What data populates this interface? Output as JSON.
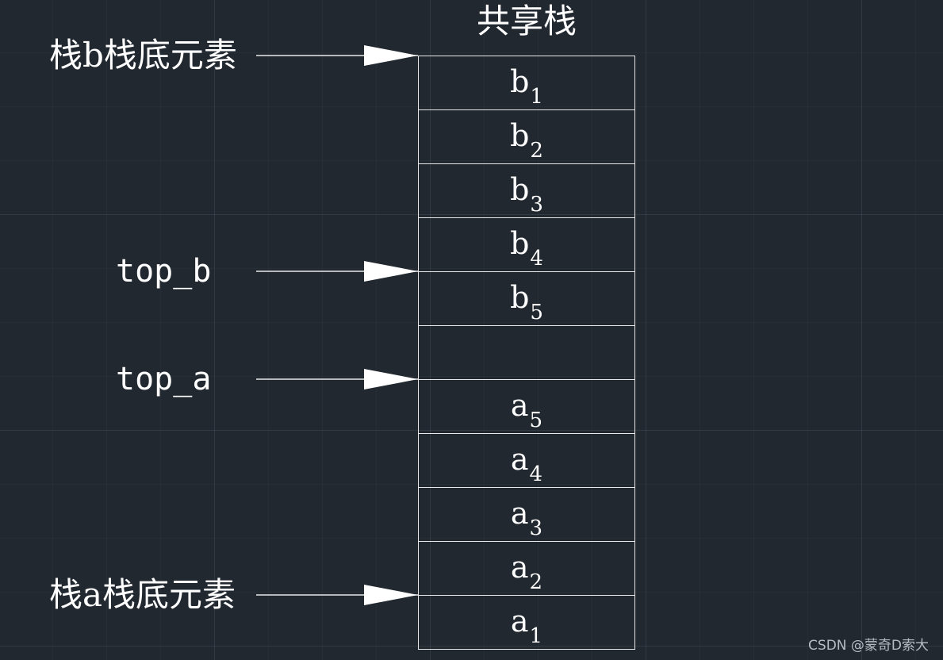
{
  "title": "共享栈",
  "labels": {
    "stack_b_bottom": "栈b栈底元素",
    "top_b": "top_b",
    "top_a": "top_a",
    "stack_a_bottom": "栈a栈底元素"
  },
  "cells": [
    {
      "base": "b",
      "sub": "1"
    },
    {
      "base": "b",
      "sub": "2"
    },
    {
      "base": "b",
      "sub": "3"
    },
    {
      "base": "b",
      "sub": "4"
    },
    {
      "base": "b",
      "sub": "5"
    },
    {
      "base": "",
      "sub": ""
    },
    {
      "base": "a",
      "sub": "5"
    },
    {
      "base": "a",
      "sub": "4"
    },
    {
      "base": "a",
      "sub": "3"
    },
    {
      "base": "a",
      "sub": "2"
    },
    {
      "base": "a",
      "sub": "1"
    }
  ],
  "watermark": "CSDN @蒙奇D索大",
  "colors": {
    "background": "#212830",
    "lines": "#e8e8e8",
    "text": "#ffffff"
  }
}
